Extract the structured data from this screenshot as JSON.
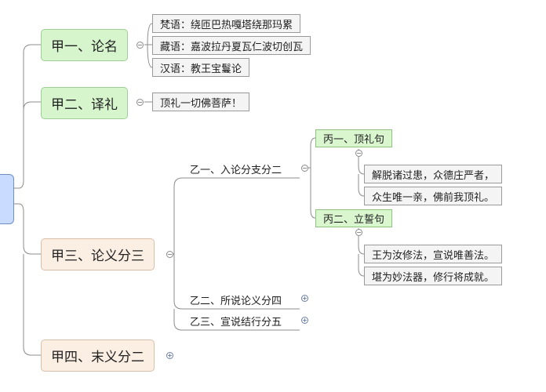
{
  "root": {
    "label": ""
  },
  "sections": [
    {
      "label": "甲一、论名",
      "children": [
        "梵语：绕匝巴热嘎塔绕那玛累",
        "藏语：嘉波拉丹夏瓦仁波切创瓦",
        "汉语：教王宝鬘论"
      ]
    },
    {
      "label": "甲二、译礼",
      "children": [
        "顶礼一切佛菩萨！"
      ]
    },
    {
      "label": "甲三、论义分三",
      "children": [
        {
          "label": "乙一、入论分支分二",
          "children": [
            {
              "label": "丙一、顶礼句",
              "children": [
                "解脱诸过患，众德庄严者，",
                "众生唯一亲，佛前我顶礼。"
              ]
            },
            {
              "label": "丙二、立誓句",
              "children": [
                "王为汝修法，宣说唯善法。",
                "堪为妙法器，修行将成就。"
              ]
            }
          ]
        },
        {
          "label": "乙二、所说论义分四"
        },
        {
          "label": "乙三、宣说结行分五"
        }
      ]
    },
    {
      "label": "甲四、末义分二"
    }
  ],
  "toggles": {
    "collapse": "−",
    "expand": "+"
  },
  "colors": {
    "green_node": "#d6f5cd",
    "peach_node": "#fbeee3",
    "root_node": "#c9dcff",
    "line": "#8c8c8c"
  }
}
